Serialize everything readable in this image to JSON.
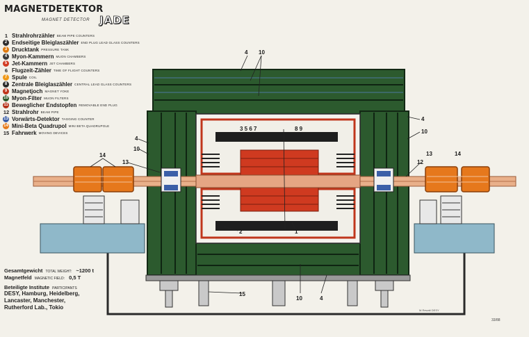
{
  "title": "MAGNETDETEKTOR",
  "subtitle": "MAGNET DETECTOR",
  "logo": "JADE",
  "legend": [
    {
      "num": "1",
      "de": "Strahlrohrzähler",
      "en": "BEAM PIPE COUNTERS",
      "color": ""
    },
    {
      "num": "2",
      "de": "Endseitige Bleiglaszähler",
      "en": "END PLUG LEAD GLASS COUNTERS",
      "color": "#2e2e2e"
    },
    {
      "num": "3",
      "de": "Drucktank",
      "en": "PRESSURE TANK",
      "color": "#e07b10"
    },
    {
      "num": "4",
      "de": "Myon-Kammern",
      "en": "MUON CHAMBERS",
      "color": "#3a3a3a"
    },
    {
      "num": "5",
      "de": "Jet-Kammern",
      "en": "JET CHAMBERS",
      "color": "#d23b22"
    },
    {
      "num": "6",
      "de": "Flugzeit-Zähler",
      "en": "TIME OF FLIGHT COUNTERS",
      "color": ""
    },
    {
      "num": "7",
      "de": "Spule",
      "en": "COIL",
      "color": "#f09a1a"
    },
    {
      "num": "8",
      "de": "Zentrale Bleiglaszähler",
      "en": "CENTRAL LEAD GLASS COUNTERS",
      "color": "#2a2a2a"
    },
    {
      "num": "9",
      "de": "Magnetjoch",
      "en": "MAGNET YOKE",
      "color": "#c0361c"
    },
    {
      "num": "10",
      "de": "Myon-Filter",
      "en": "MUON FILTERS",
      "color": "#2d5a2a"
    },
    {
      "num": "11",
      "de": "Beweglicher Endstopfen",
      "en": "REMOVABLE END PLUG",
      "color": "#b63018"
    },
    {
      "num": "12",
      "de": "Strahlrohr",
      "en": "BEAM PIPE",
      "color": ""
    },
    {
      "num": "13",
      "de": "Vorwärts-Detektor",
      "en": "TAGGING COUNTER",
      "color": "#3b5fa8"
    },
    {
      "num": "14",
      "de": "Mini-Beta Quadrupol",
      "en": "MINI BETA QUADRUPOLE",
      "color": "#e67a1a"
    },
    {
      "num": "15",
      "de": "Fahrwerk",
      "en": "MOVING DEVICES",
      "color": ""
    }
  ],
  "info": {
    "weight_label": "Gesamtgewicht",
    "weight_en": "TOTAL WEIGHT:",
    "weight_value": "~1200 t",
    "field_label": "Magnetfeld",
    "field_en": "MAGNETIC FIELD:",
    "field_value": "0,5 T",
    "institutes_label": "Beteiligte Institute",
    "institutes_en": "PARTICIPANTS",
    "institutes": [
      "DESY, Hamburg, Heidelberg,",
      "Lancaster, Manchester,",
      "Rutherford Lab., Tokio"
    ]
  },
  "callouts": [
    "4",
    "10",
    "4",
    "10",
    "4",
    "10",
    "13",
    "14",
    "12",
    "13",
    "14",
    "3 5 6 7",
    "8 9",
    "2",
    "1",
    "15",
    "10",
    "4"
  ],
  "credit": "M.Rewalt DESY",
  "corner_code": "33/88",
  "colors": {
    "yoke_green": "#2c5a2e",
    "yoke_dark": "#1f3f22",
    "jet_red": "#cf3a20",
    "quad_orange": "#e6781c",
    "concrete": "#8fb8c9",
    "tagger_blue": "#3b5fa8",
    "beam": "#e9b08a"
  }
}
